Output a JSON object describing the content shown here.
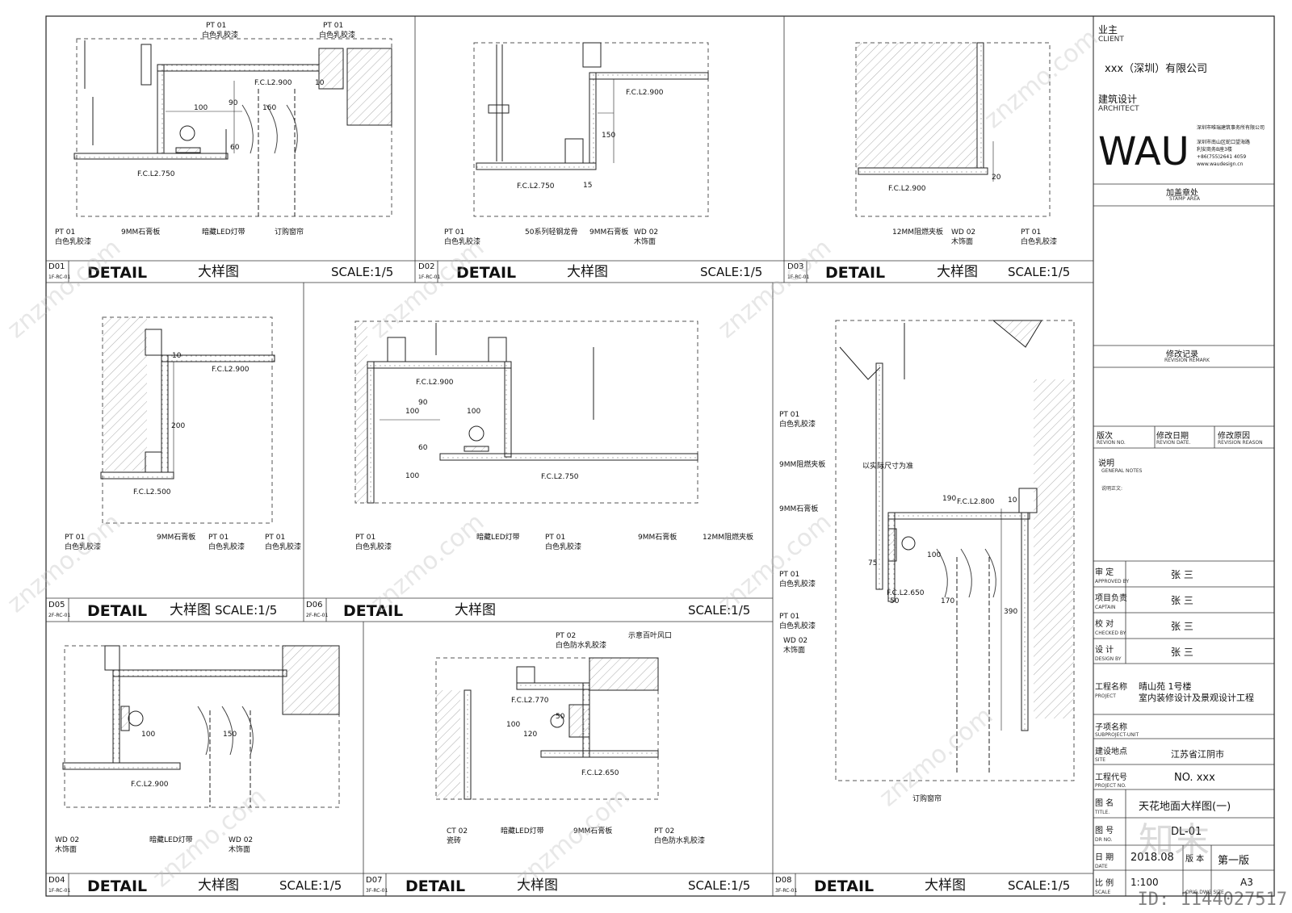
{
  "panels": [
    {
      "code": "D01",
      "ref": "1F-RC-01",
      "title_en": "DETAIL",
      "title_cn": "大样图",
      "scale": "SCALE:1/5",
      "notes": [
        "PT 01",
        "白色乳胶漆",
        "PT 01",
        "白色乳胶漆",
        "F.C.L2.900",
        "F.C.L2.750",
        "100",
        "90",
        "60",
        "160",
        "10",
        "PT 01",
        "白色乳胶漆",
        "9MM石膏板",
        "暗藏LED灯带",
        "订购窗帘"
      ]
    },
    {
      "code": "D02",
      "ref": "1F-RC-01",
      "title_en": "DETAIL",
      "title_cn": "大样图",
      "scale": "SCALE:1/5",
      "notes": [
        "F.C.L2.900",
        "F.C.L2.750",
        "150",
        "15",
        "PT 01",
        "白色乳胶漆",
        "50系列轻钢龙骨",
        "9MM石膏板",
        "WD 02",
        "木饰面"
      ]
    },
    {
      "code": "D03",
      "ref": "1F-RC-01",
      "title_en": "DETAIL",
      "title_cn": "大样图",
      "scale": "SCALE:1/5",
      "notes": [
        "F.C.L2.900",
        "20",
        "12MM阻燃夹板",
        "WD 02",
        "木饰面",
        "PT 01",
        "白色乳胶漆"
      ]
    },
    {
      "code": "D05",
      "ref": "2F-RC-01",
      "title_en": "DETAIL",
      "title_cn": "大样图",
      "scale": "SCALE:1/5",
      "notes": [
        "F.C.L2.900",
        "10",
        "200",
        "F.C.L2.500",
        "PT 01",
        "白色乳胶漆",
        "9MM石膏板",
        "PT 01",
        "白色乳胶漆",
        "PT 01",
        "白色乳胶漆"
      ]
    },
    {
      "code": "D06",
      "ref": "2F-RC-01",
      "title_en": "DETAIL",
      "title_cn": "大样图",
      "scale": "SCALE:1/5",
      "notes": [
        "F.C.L2.900",
        "100",
        "90",
        "100",
        "60",
        "100",
        "F.C.L2.750",
        "PT 01",
        "白色乳胶漆",
        "暗藏LED灯带",
        "PT 01",
        "白色乳胶漆",
        "9MM石膏板",
        "12MM阻燃夹板"
      ]
    },
    {
      "code": "D04",
      "ref": "1F-RC-01",
      "title_en": "DETAIL",
      "title_cn": "大样图",
      "scale": "SCALE:1/5",
      "notes": [
        "100",
        "150",
        "F.C.L2.900",
        "WD 02",
        "木饰面",
        "暗藏LED灯带",
        "WD 02",
        "木饰面"
      ]
    },
    {
      "code": "D07",
      "ref": "3F-RC-01",
      "title_en": "DETAIL",
      "title_cn": "大样图",
      "scale": "SCALE:1/5",
      "notes": [
        "PT 02",
        "白色防水乳胶漆",
        "示意百叶风口",
        "F.C.L2.770",
        "100",
        "120",
        "50",
        "F.C.L2.650",
        "CT 02",
        "瓷砖",
        "暗藏LED灯带",
        "9MM石膏板",
        "PT 02",
        "白色防水乳胶漆"
      ]
    },
    {
      "code": "D08",
      "ref": "3F-RC-01",
      "title_en": "DETAIL",
      "title_cn": "大样图",
      "scale": "SCALE:1/5",
      "notes": [
        "PT 01",
        "白色乳胶漆",
        "9MM阻燃夹板",
        "9MM石膏板",
        "以实际尺寸为准",
        "190",
        "F.C.L2.800",
        "10",
        "75",
        "100",
        "F.C.L2.650",
        "50",
        "170",
        "390",
        "PT 01",
        "白色乳胶漆",
        "PT 01",
        "白色乳胶漆",
        "WD 02",
        "木饰面",
        "订购窗帘"
      ]
    }
  ],
  "titleblock": {
    "client_cn": "业主",
    "client_en": "CLIENT",
    "client_name": "xxx（深圳）有限公司",
    "architect_cn": "建筑设计",
    "architect_en": "ARCHITECT",
    "logo": "WAU",
    "firm": "深圳市唯瑞建筑事务所有限公司",
    "addr1": "深圳市南山区蛇口望海路",
    "addr2": "利安商务B座3楼",
    "tel": "+86(755)2641 4059",
    "web": "www.waudesign.cn",
    "stamp_cn": "加盖章处",
    "stamp_en": "STAMP AREA",
    "rev_cn": "修改记录",
    "rev_en": "REVISION REMARK",
    "rev_no_cn": "版次",
    "rev_no_en": "REVION NO.",
    "rev_date_cn": "修改日期",
    "rev_date_en": "REVION DATE.",
    "rev_reason_cn": "修改原因",
    "rev_reason_en": "REVISION REASON",
    "notes_cn": "说明",
    "notes_en": "GENERAL NOTES",
    "notes_body": "说明正文:",
    "approved_cn": "审  定",
    "approved_en": "APPROVED BY",
    "approved": "张 三",
    "captain_cn": "项目负责",
    "captain_en": "CAPTAIN",
    "captain": "张 三",
    "checked_cn": "校  对",
    "checked_en": "CHECKED BY",
    "checked": "张 三",
    "design_cn": "设  计",
    "design_en": "DESIGN BY",
    "design": "张 三",
    "project_cn": "工程名称",
    "project_en": "PROJECT",
    "project1": "晴山苑 1号楼",
    "project2": "室内装修设计及景观设计工程",
    "sub_cn": "子项名称",
    "sub_en": "SUBPROJECT-UNIT",
    "site_cn": "建设地点",
    "site_en": "SITE",
    "site": "江苏省江阴市",
    "pno_cn": "工程代号",
    "pno_en": "PROJECT NO.",
    "pno": "NO. xxx",
    "title_cn": "图  名",
    "title_en": "TITLE.",
    "title": "天花地面大样图(一)",
    "drno_cn": "图  号",
    "drno_en": "DR NO.",
    "drno": "DL-01",
    "date_cn": "日 期",
    "date_en": "DATE",
    "date": "2018.08",
    "ver_cn": "版 本",
    "ver": "第一版",
    "scale_cn": "比 例",
    "scale_en": "SCALE",
    "scale_val": "1:100",
    "size_en": "ORIG.DWG SIZE",
    "size": "A3"
  },
  "watermark": "znzmo.com",
  "watermark_cn": "知末",
  "stamp_id": "ID: 1144027517"
}
